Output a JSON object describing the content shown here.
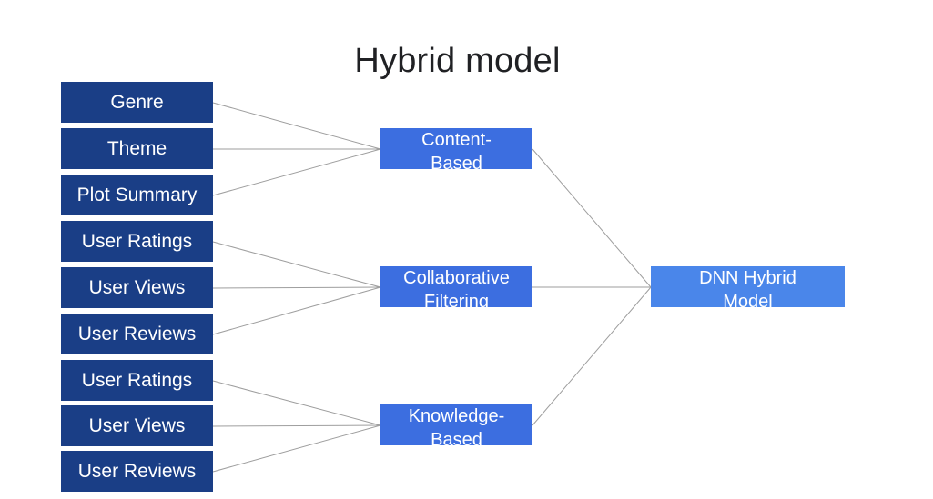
{
  "title": "Hybrid model",
  "inputs": [
    "Genre",
    "Theme",
    "Plot Summary",
    "User Ratings",
    "User Views",
    "User Reviews",
    "User Ratings",
    "User Views",
    "User Reviews"
  ],
  "models": [
    "Content-\nBased",
    "Collaborative\nFiltering",
    "Knowledge-\nBased"
  ],
  "final_model": "DNN Hybrid\nModel",
  "colors": {
    "input_fill": "#1a3e86",
    "model_fill": "#3c6ee0",
    "final_fill": "#4a86ea",
    "connector": "#9e9e9e"
  }
}
